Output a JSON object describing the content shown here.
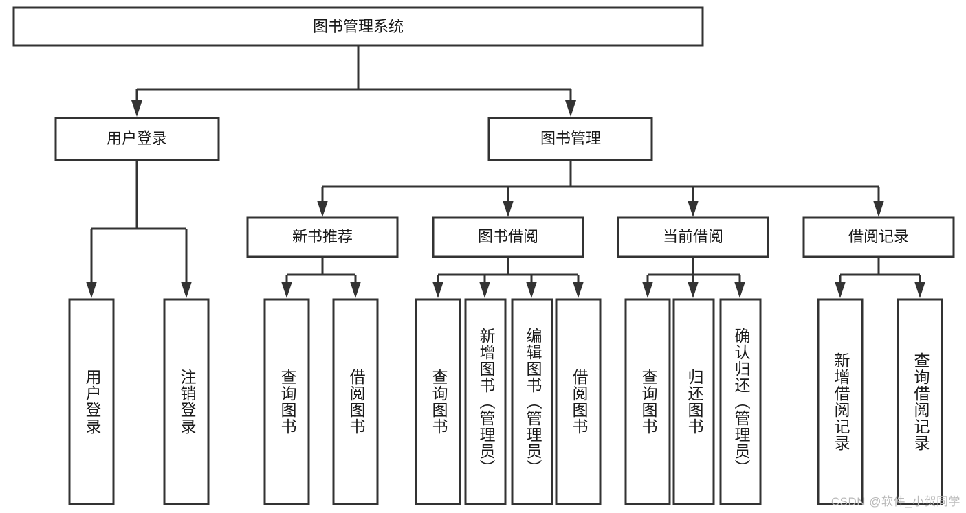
{
  "diagram": {
    "title": "图书管理系统",
    "type": "hierarchy-tree",
    "colors": {
      "background": "#ffffff",
      "box_fill": "#ffffff",
      "box_stroke": "#333333",
      "text": "#1a1a1a",
      "watermark": "#b9b9b9"
    },
    "root": {
      "label": "图书管理系统",
      "orientation": "horizontal"
    },
    "level2": [
      {
        "id": "user-login",
        "label": "用户登录",
        "orientation": "horizontal"
      },
      {
        "id": "book-management",
        "label": "图书管理",
        "orientation": "horizontal"
      }
    ],
    "level3": [
      {
        "id": "new-book-recommend",
        "label": "新书推荐",
        "orientation": "horizontal",
        "parent": "book-management"
      },
      {
        "id": "book-borrow",
        "label": "图书借阅",
        "orientation": "horizontal",
        "parent": "book-management"
      },
      {
        "id": "current-borrow",
        "label": "当前借阅",
        "orientation": "horizontal",
        "parent": "book-management"
      },
      {
        "id": "borrow-record",
        "label": "借阅记录",
        "orientation": "horizontal",
        "parent": "book-management"
      }
    ],
    "leaves": [
      {
        "id": "leaf-user-login",
        "label": "用户登录",
        "orientation": "vertical",
        "parent": "user-login"
      },
      {
        "id": "leaf-user-logout",
        "label": "注销登录",
        "orientation": "vertical",
        "parent": "user-login"
      },
      {
        "id": "leaf-query-book-1",
        "label": "查询图书",
        "orientation": "vertical",
        "parent": "new-book-recommend"
      },
      {
        "id": "leaf-borrow-book-1",
        "label": "借阅图书",
        "orientation": "vertical",
        "parent": "new-book-recommend"
      },
      {
        "id": "leaf-query-book-2",
        "label": "查询图书",
        "orientation": "vertical",
        "parent": "book-borrow"
      },
      {
        "id": "leaf-add-book",
        "label": "新增图书（管理员）",
        "orientation": "vertical",
        "parent": "book-borrow"
      },
      {
        "id": "leaf-edit-book",
        "label": "编辑图书（管理员）",
        "orientation": "vertical",
        "parent": "book-borrow"
      },
      {
        "id": "leaf-borrow-book-2",
        "label": "借阅图书",
        "orientation": "vertical",
        "parent": "book-borrow"
      },
      {
        "id": "leaf-query-book-3",
        "label": "查询图书",
        "orientation": "vertical",
        "parent": "current-borrow"
      },
      {
        "id": "leaf-return-book",
        "label": "归还图书",
        "orientation": "vertical",
        "parent": "current-borrow"
      },
      {
        "id": "leaf-confirm-return",
        "label": "确认归还（管理员）",
        "orientation": "vertical",
        "parent": "current-borrow"
      },
      {
        "id": "leaf-add-record",
        "label": "新增借阅记录",
        "orientation": "vertical",
        "parent": "borrow-record"
      },
      {
        "id": "leaf-query-record",
        "label": "查询借阅记录",
        "orientation": "vertical",
        "parent": "borrow-record"
      }
    ]
  },
  "watermark": {
    "text": "CSDN @软件_小贺同学"
  }
}
